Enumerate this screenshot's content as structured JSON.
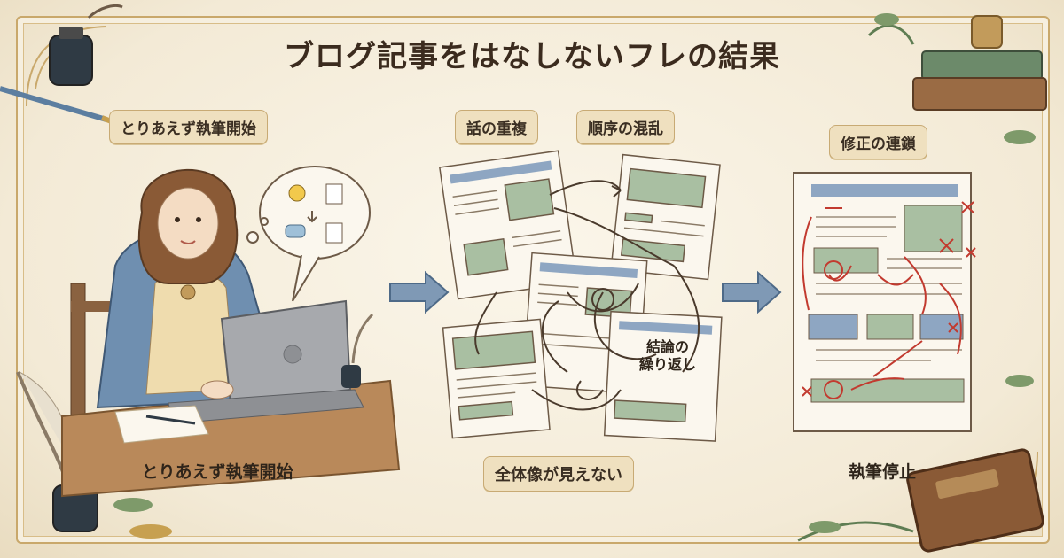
{
  "title": "ブログ記事をはなしないフレの結果",
  "panels": {
    "left": {
      "tag": "とりあえず執筆開始",
      "caption": "とりあえず執筆開始"
    },
    "middle": {
      "tags": [
        "話の重複",
        "順序の混乱"
      ],
      "overlay_text_line1": "結論の",
      "overlay_text_line2": "繰り返し",
      "caption": "全体像が見えない"
    },
    "right": {
      "tag": "修正の連鎖",
      "caption": "執筆停止"
    }
  },
  "colors": {
    "accent_blue": "#8ea6c2",
    "doc_green": "#a9bfa2",
    "ink_red": "#c23a2f",
    "cloak_blue": "#6f8fb0"
  }
}
